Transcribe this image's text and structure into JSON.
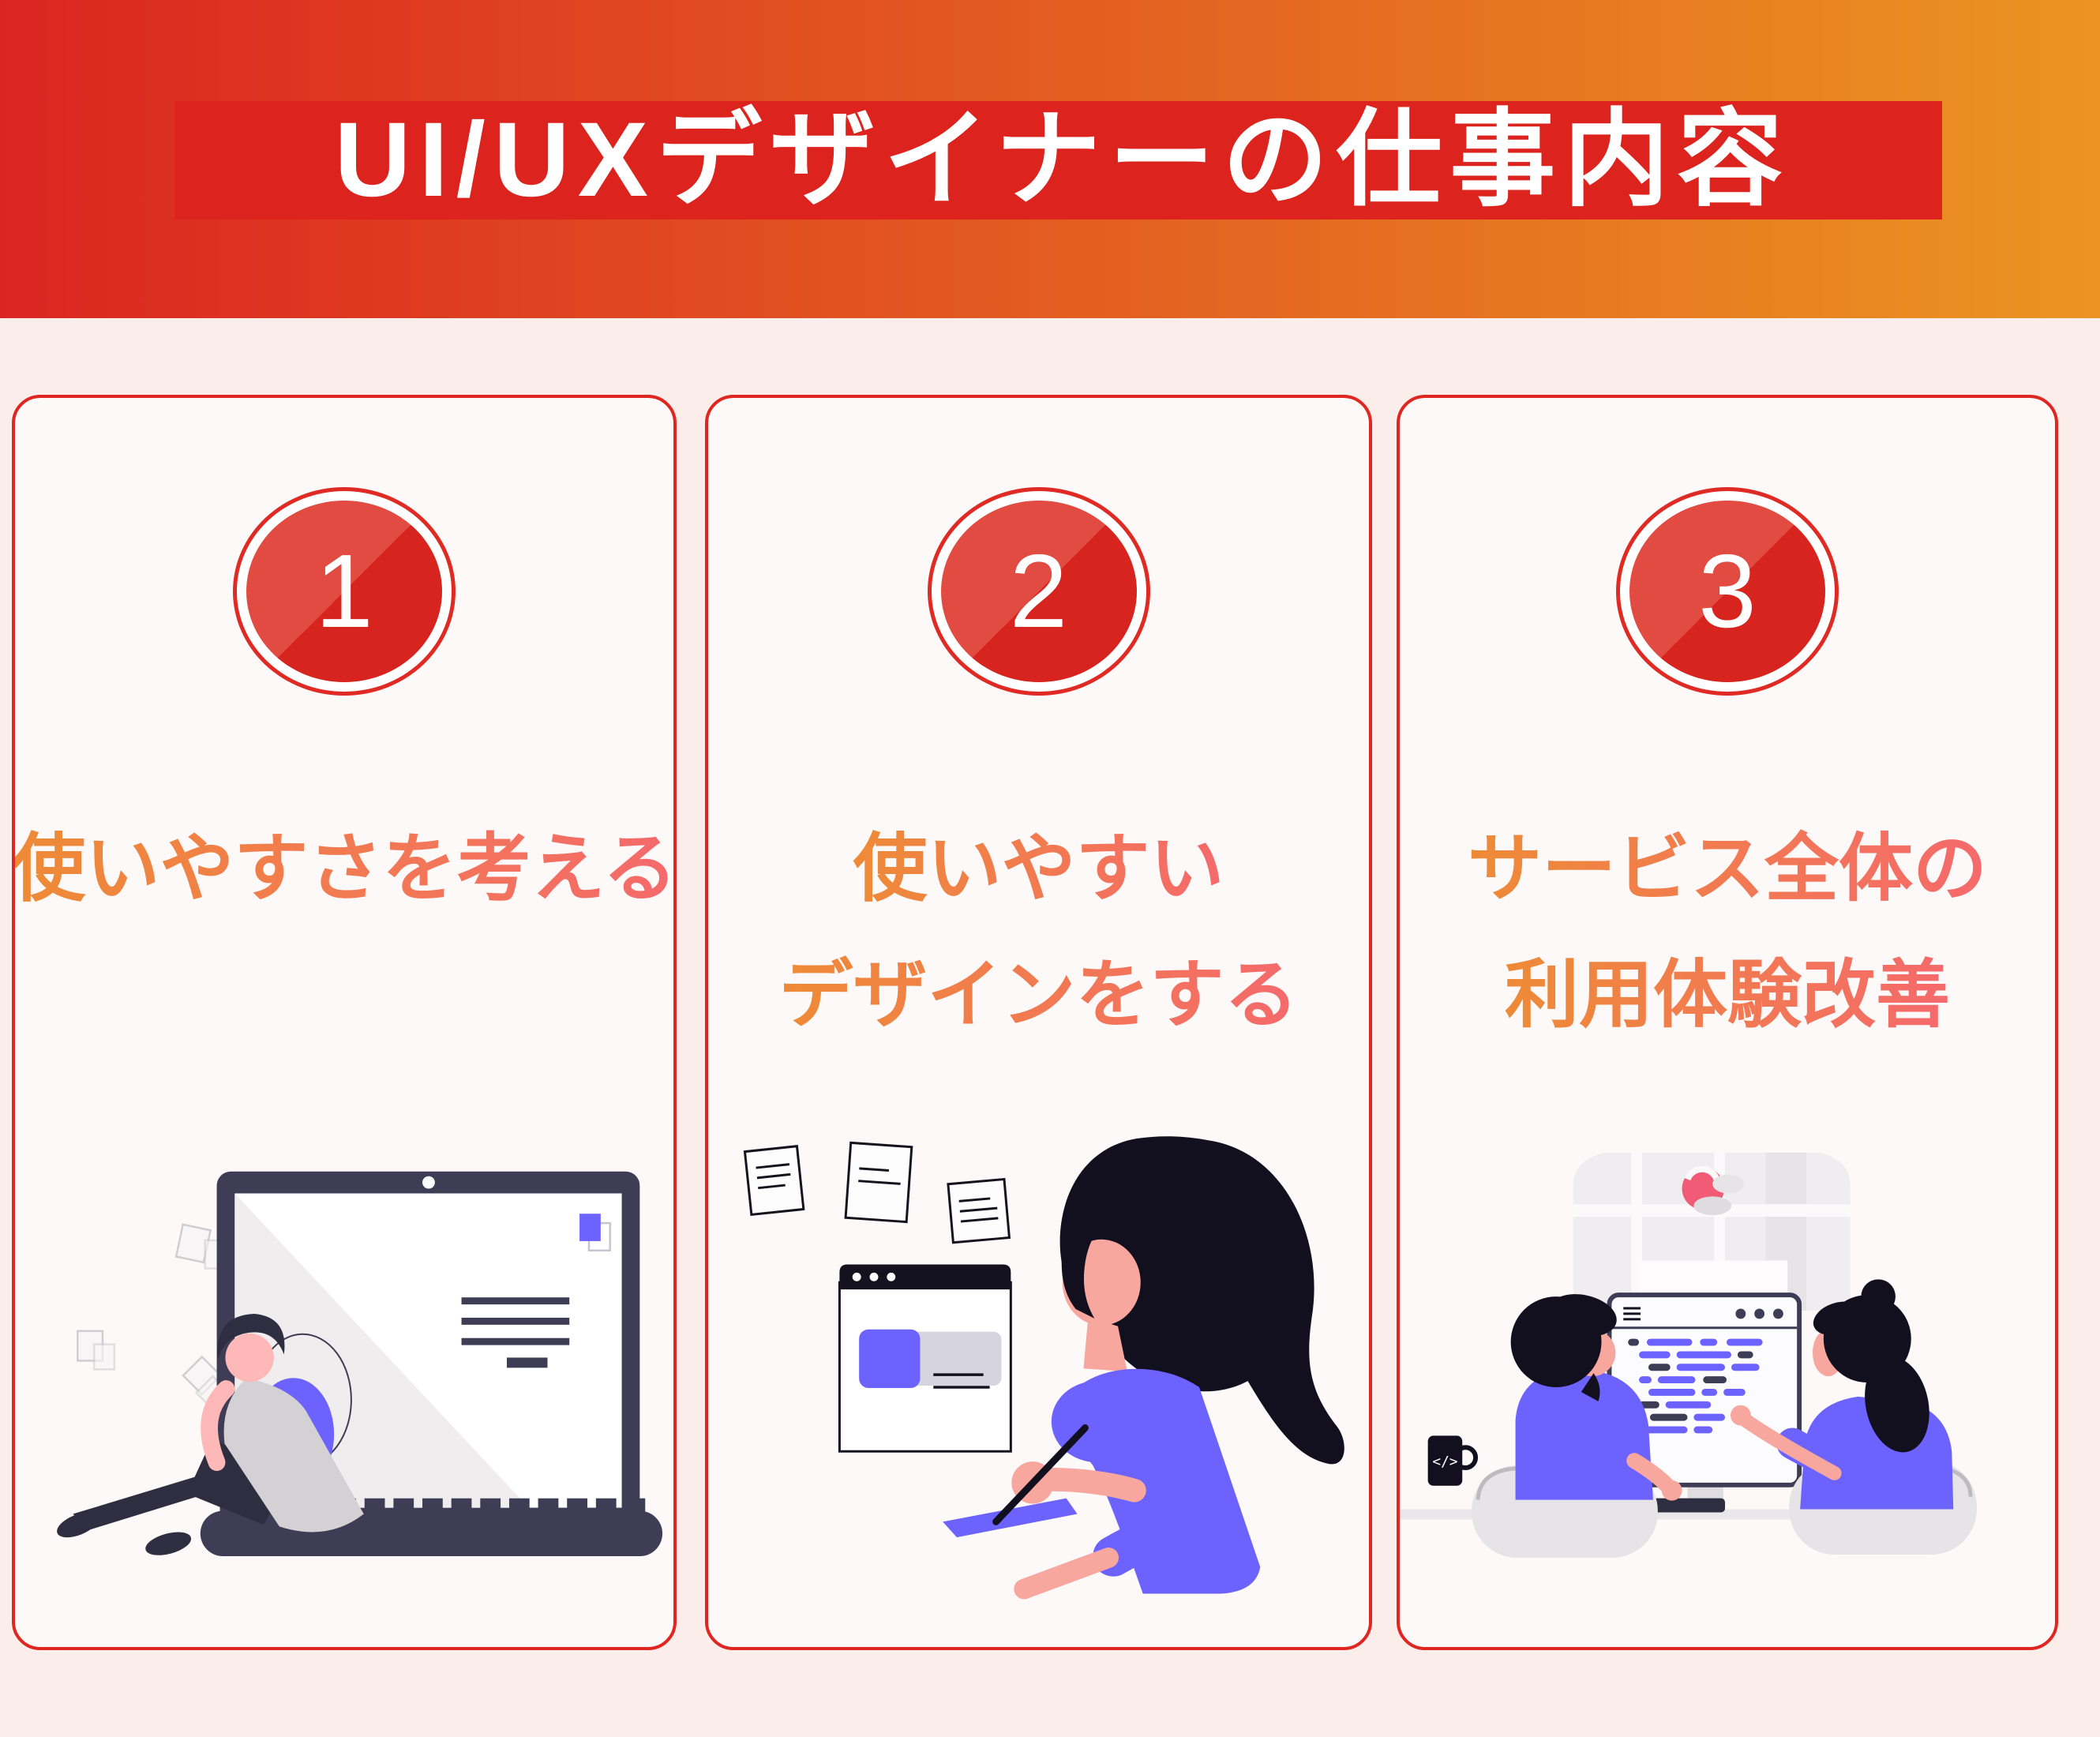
{
  "header": {
    "title": "UI/UXデザイナーの仕事内容"
  },
  "theme": {
    "colors": {
      "grad-left": "#db2521",
      "grad-right": "#eb9421",
      "banner-red": "#dc231e",
      "page-bg": "#fbedea",
      "card-bg": "#fcf9f8",
      "card-border": "#e02620",
      "ring-red": "#e02b24",
      "circle-light": "#e24b41",
      "circle-dark": "#d8241e",
      "title-grad-a": "#ee8b36",
      "title-grad-b": "#f5696c"
    },
    "illustration_colors": {
      "navy": "#3f3d56",
      "dark-navy": "#2f2e41",
      "near-black": "#12101f",
      "purple": "#6c63ff",
      "skin-pink": "#ffb8b8",
      "skin-salmon": "#f7a79e",
      "light-gray": "#efedee",
      "logo-pink": "#f15b76"
    }
  },
  "cards": [
    {
      "number": "1",
      "title_lines": [
        "使いやすさを考える"
      ],
      "illustration": "person-relaxing-with-laptop"
    },
    {
      "number": "2",
      "title_lines": [
        "使いやすい",
        "デザインをする"
      ],
      "illustration": "designer-sketching-wireframes"
    },
    {
      "number": "3",
      "title_lines": [
        "サービス全体の",
        "利用体験改善"
      ],
      "illustration": "team-reviewing-code-on-monitor"
    }
  ]
}
